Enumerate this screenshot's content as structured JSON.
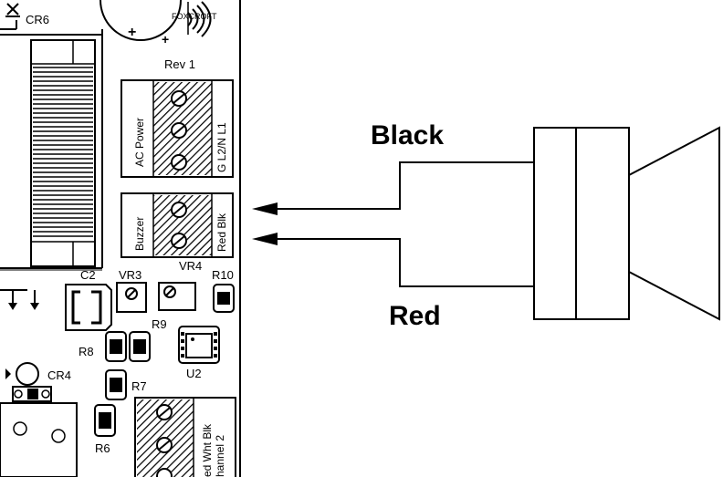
{
  "board": {
    "logo": "FOXCROFT",
    "revision": "Rev 1",
    "labels": {
      "cr6": "CR6",
      "c2": "C2",
      "vr3": "VR3",
      "vr4": "VR4",
      "r10": "R10",
      "r9": "R9",
      "r8": "R8",
      "u2": "U2",
      "r7": "R7",
      "r6": "R6",
      "cr4": "CR4"
    },
    "ac_power": {
      "name": "AC Power",
      "pins": "G L2/N L1"
    },
    "buzzer_block": {
      "name": "Buzzer",
      "pins": "Red Blk"
    },
    "channel2": {
      "pins": "ed Wht Blk",
      "name": "hannel 2"
    }
  },
  "wires": {
    "black": "Black",
    "red": "Red"
  },
  "colors": {
    "ink": "#000000",
    "paper": "#ffffff"
  }
}
